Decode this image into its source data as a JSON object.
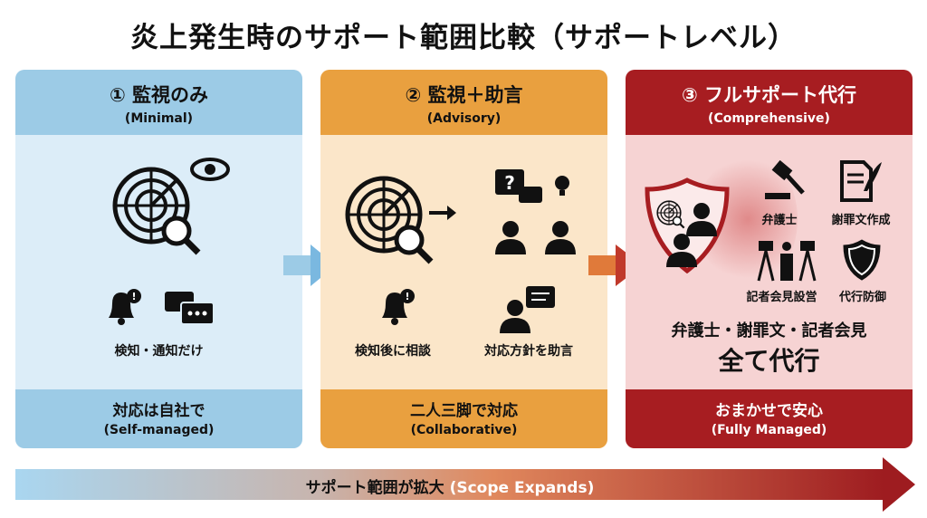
{
  "title": "炎上発生時のサポート範囲比較（サポートレベル）",
  "panels": [
    {
      "title": "① 監視のみ",
      "subtitle": "(Minimal)",
      "labels": [
        "検知・通知だけ"
      ],
      "footer": "対応は自社で",
      "footer_en": "(Self-managed)"
    },
    {
      "title": "② 監視＋助言",
      "subtitle": "(Advisory)",
      "labels": [
        "検知後に相談",
        "対応方針を助言"
      ],
      "footer": "二人三脚で対応",
      "footer_en": "(Collaborative)"
    },
    {
      "title": "③ フルサポート代行",
      "subtitle": "(Comprehensive)",
      "labels": [
        "弁護士",
        "謝罪文作成",
        "記者会見設営",
        "代行防御"
      ],
      "summary1": "弁護士・謝罪文・記者会見",
      "summary2": "全て代行",
      "footer": "おまかせで安心",
      "footer_en": "(Fully Managed)"
    }
  ],
  "scope_arrow": {
    "label": "サポート範囲が拡大",
    "label_en": "(Scope Expands)"
  },
  "colors": {
    "blue": "#9ccbe6",
    "orange": "#e9a03f",
    "red": "#a71d21"
  }
}
